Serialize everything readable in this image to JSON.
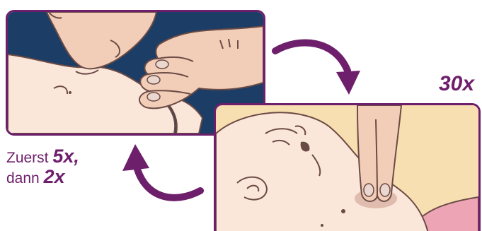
{
  "breaths_caption": {
    "prefix_1": "Zuerst",
    "value_1": "5x,",
    "prefix_2": "dann",
    "value_2": "2x"
  },
  "compressions_caption": {
    "value": "30x"
  },
  "colors": {
    "accent": "#6e1f6b",
    "skin": "#fbe6da",
    "navy": "#1b3d66",
    "outline": "#6b4b45",
    "blanket": "#f8dfb1",
    "pink_cloth": "#eda4b4"
  },
  "icons": {
    "arrow_top": "curved-arrow-down-right-icon",
    "arrow_bottom": "curved-arrow-up-left-icon"
  }
}
